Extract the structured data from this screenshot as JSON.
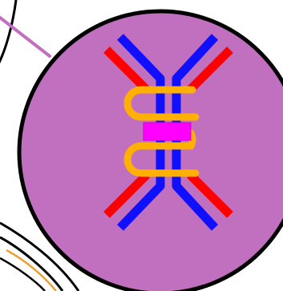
{
  "image": {
    "description_kind": "cell-illustration",
    "main_cell": {
      "fill": "#c070bf",
      "outline": "#000000"
    },
    "neighbor_cells": [
      {
        "name": "top-left-cell",
        "fill": "#ffffff",
        "outline": "#000000",
        "connector_color": "#c070bf"
      },
      {
        "name": "bottom-left-cell",
        "fill": "#ffffff",
        "outline": "#000000",
        "inner_ring_color": "#f0a030"
      }
    ],
    "molecule": {
      "name": "x-shaped-receptor",
      "outer_chain_color": "#ff0000",
      "inner_chain_color": "#1010ff",
      "linker_loop_color": "#ffb000",
      "center_block_color": "#ff00ff"
    }
  }
}
